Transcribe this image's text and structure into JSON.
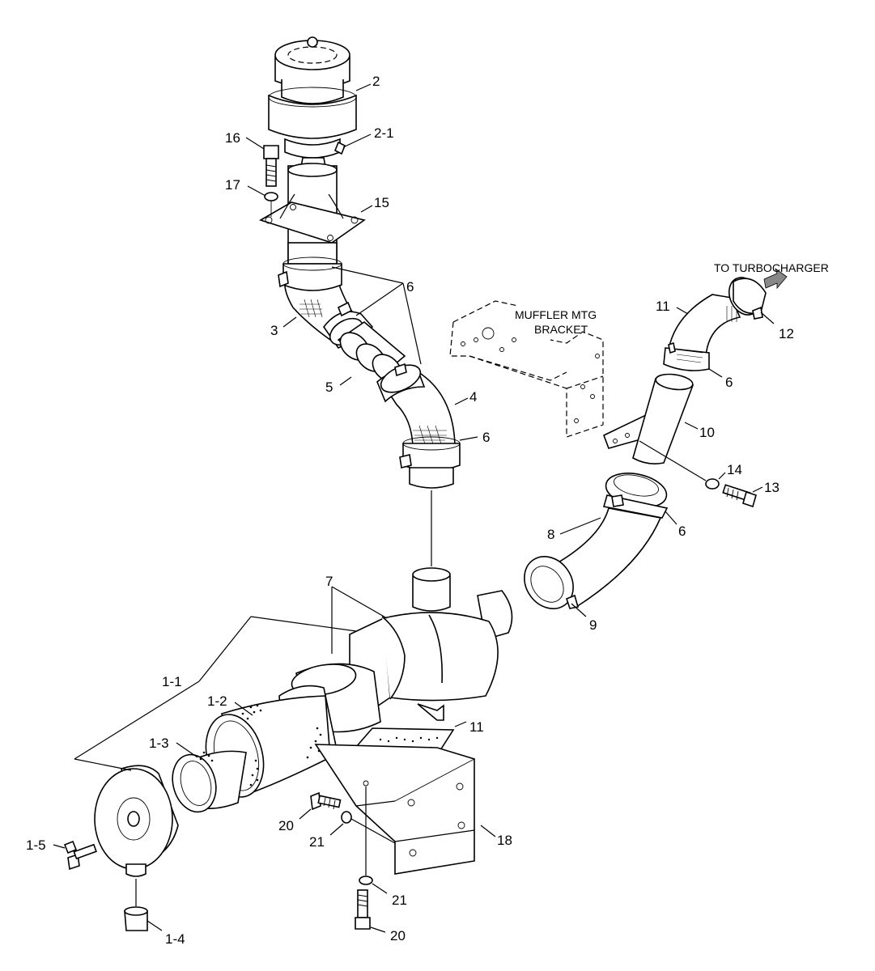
{
  "labels": {
    "l2": "2",
    "l2_1": "2-1",
    "l16": "16",
    "l17": "17",
    "l15": "15",
    "l6_top": "6",
    "l3": "3",
    "l5": "5",
    "l4": "4",
    "l6_elbow": "6",
    "l11_top": "11",
    "l12": "12",
    "l6_right": "6",
    "l10": "10",
    "l14": "14",
    "l13": "13",
    "l6_mid": "6",
    "l8": "8",
    "l9": "9",
    "l7": "7",
    "l1_1": "1-1",
    "l1_2": "1-2",
    "l1_3": "1-3",
    "l11_bottom": "11",
    "l20_mid": "20",
    "l21_mid": "21",
    "l18": "18",
    "l1_5": "1-5",
    "l1_4": "1-4",
    "l21_bottom": "21",
    "l20_bottom": "20"
  },
  "notes": {
    "turbo": "TO TURBOCHARGER",
    "bracket_line1": "MUFFLER MTG",
    "bracket_line2": "BRACKET"
  }
}
